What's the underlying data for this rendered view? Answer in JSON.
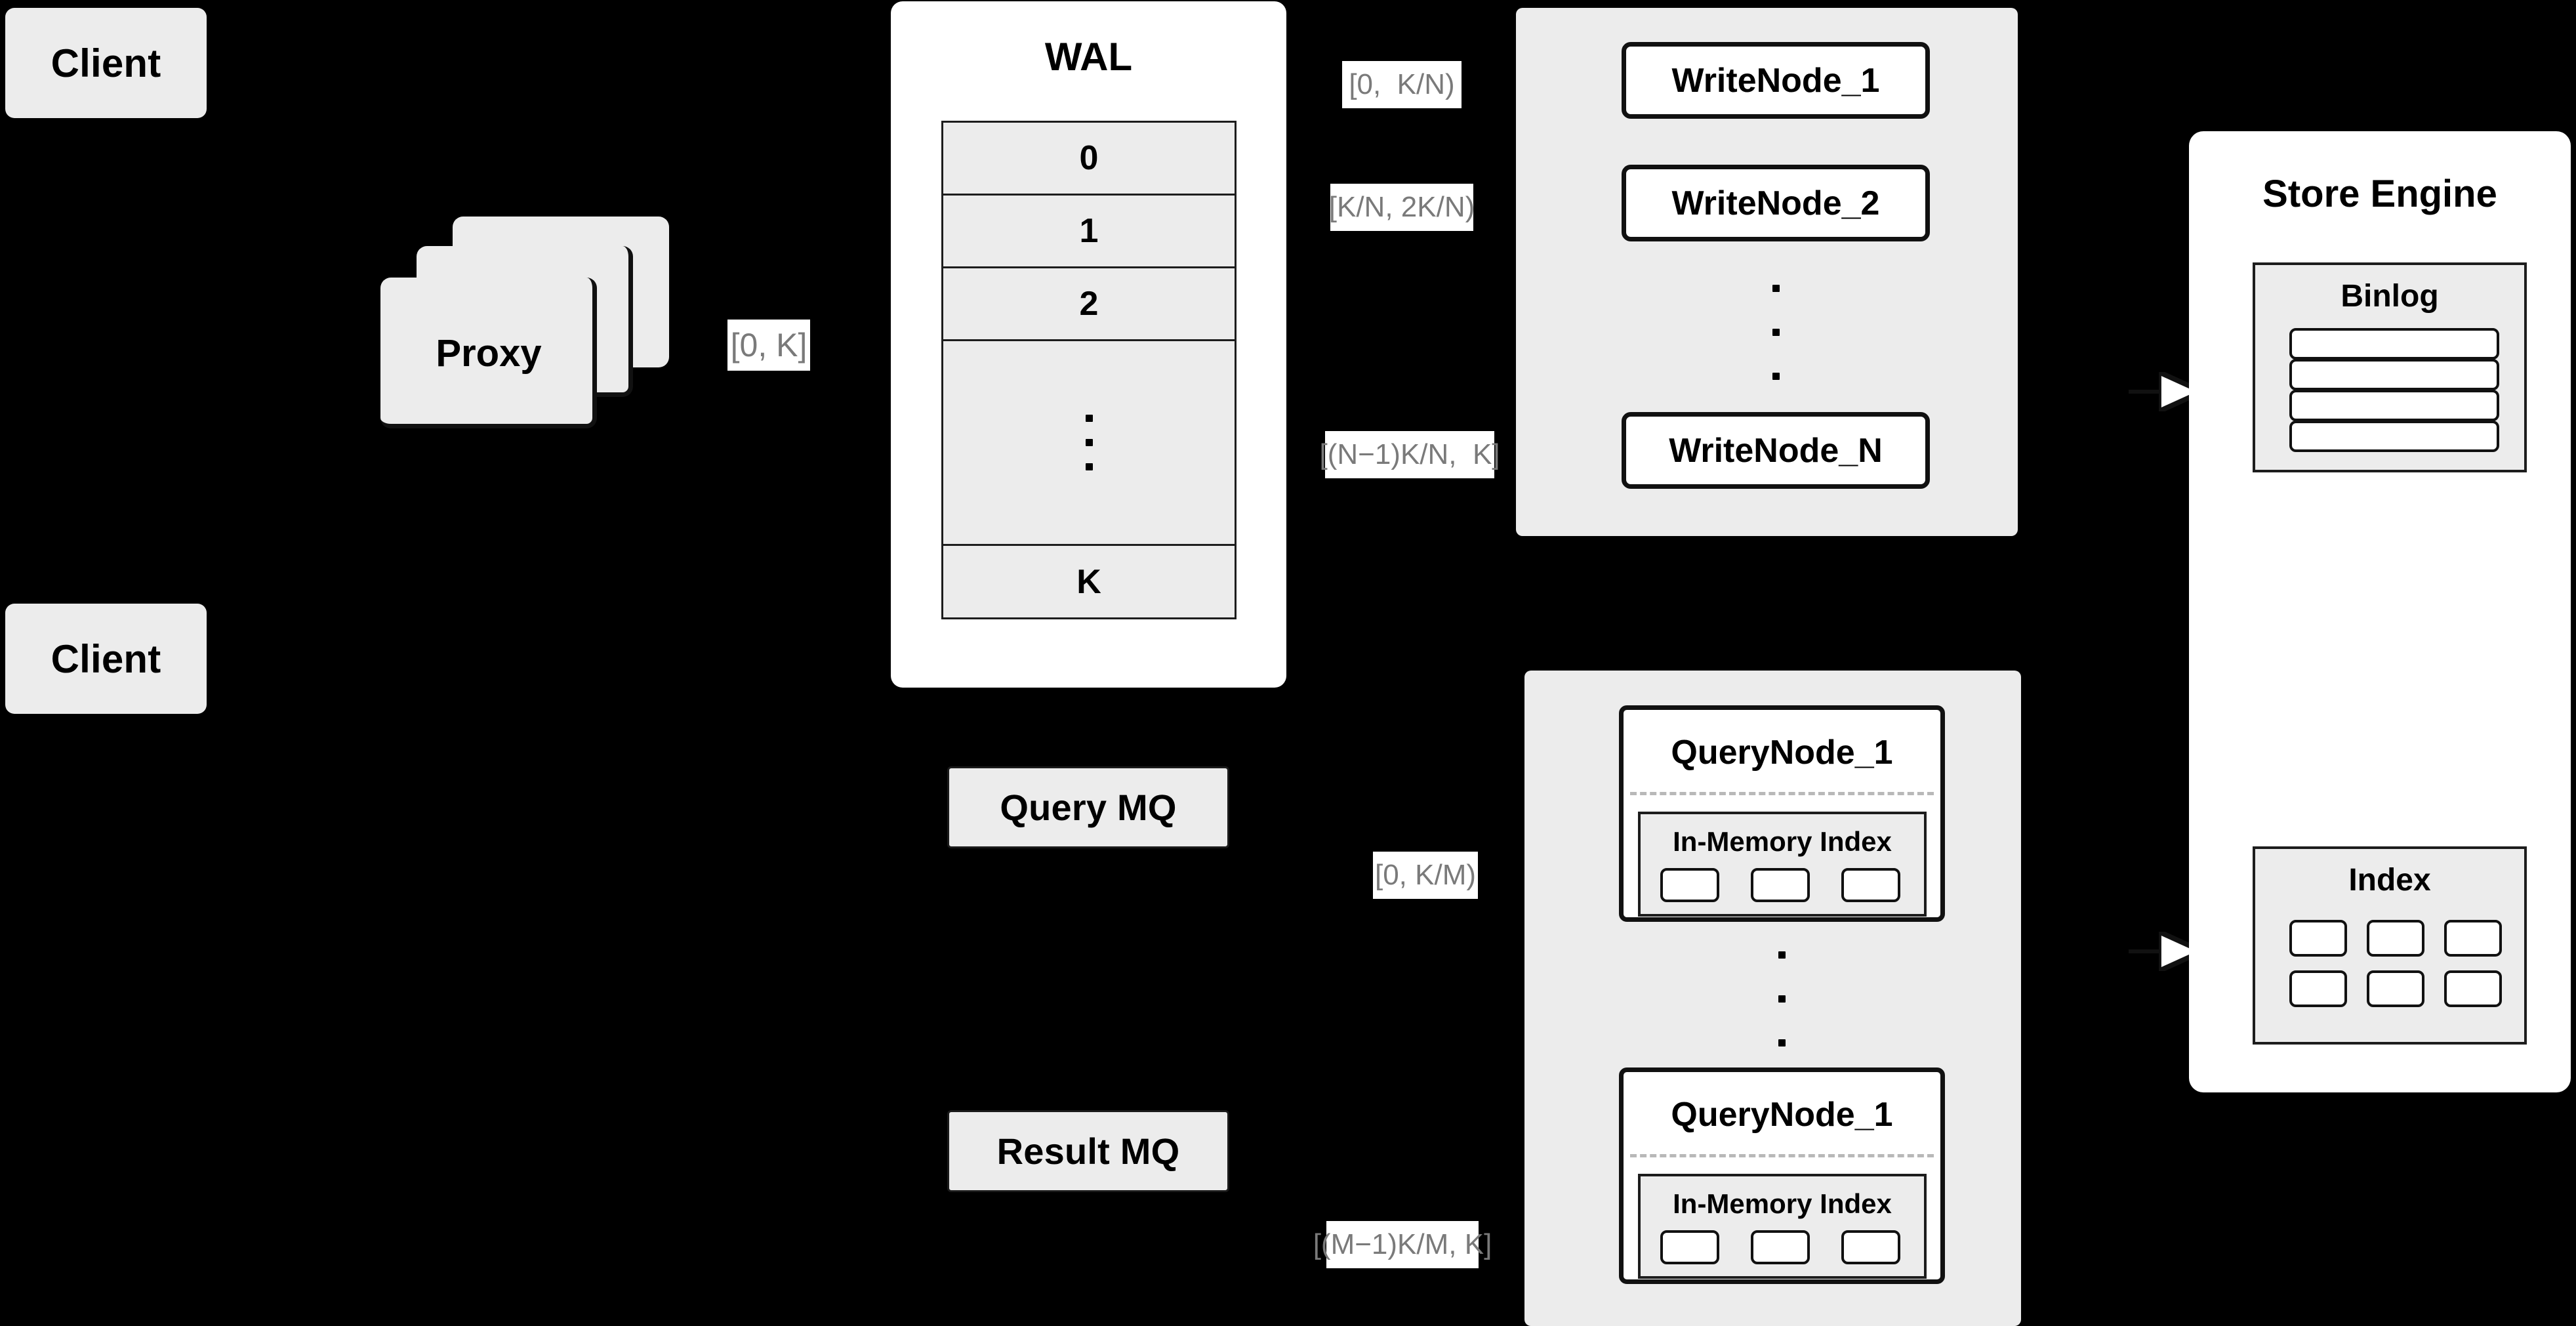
{
  "diagram": {
    "title": "Distributed write/query architecture",
    "colors": {
      "background": "#000000",
      "panel_white": "#ffffff",
      "panel_grey": "#ececec",
      "stroke": "#111111",
      "label_text": "#7a7a7a",
      "dashed_divider": "#b8b8b8"
    }
  },
  "clients": [
    {
      "label": "Client"
    },
    {
      "label": "Client"
    }
  ],
  "proxy": {
    "label": "Proxy",
    "stack_count": 3,
    "range_label": "[0, K]"
  },
  "wal": {
    "title": "WAL",
    "rows": [
      "0",
      "1",
      "2",
      "⋮",
      "K"
    ],
    "dots_count": 3
  },
  "write_cluster": {
    "nodes": [
      {
        "label": "WriteNode_1",
        "range_label": "[0,  K/N)"
      },
      {
        "label": "WriteNode_2",
        "range_label": "[K/N, 2K/N)"
      },
      {
        "label": "WriteNode_N",
        "range_label": "[(N−1)K/N,  K]"
      }
    ],
    "ellipsis_dots": 3
  },
  "query_mq": {
    "label": "Query MQ"
  },
  "result_mq": {
    "label": "Result MQ"
  },
  "query_cluster": {
    "nodes": [
      {
        "label": "QueryNode_1",
        "range_label": "[0, K/M)",
        "inmemory": {
          "title": "In-Memory Index",
          "chip_count": 3
        }
      },
      {
        "label": "QueryNode_1",
        "range_label": "[(M−1)K/M, K]",
        "inmemory": {
          "title": "In-Memory Index",
          "chip_count": 3
        }
      }
    ],
    "ellipsis_dots": 3
  },
  "store_engine": {
    "title": "Store Engine",
    "binlog": {
      "title": "Binlog",
      "row_count": 4
    },
    "index": {
      "title": "Index",
      "rows": 2,
      "cols": 3,
      "chip_count": 6
    }
  }
}
